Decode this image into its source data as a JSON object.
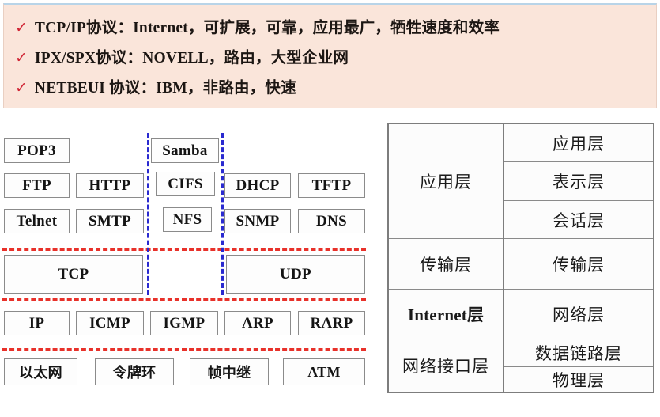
{
  "banner": {
    "tick_glyph": "✓",
    "tick_color": "#d02434",
    "background_color": "#fae5da",
    "lines": [
      "TCP/IP协议：Internet，可扩展，可靠，应用最广，牺牲速度和效率",
      "IPX/SPX协议：NOVELL，路由，大型企业网",
      "NETBEUI 协议：IBM，非路由，快速"
    ]
  },
  "stack": {
    "divider_color_horizontal": "#e8312a",
    "divider_color_vertical": "#2a2ad0",
    "application_layer": {
      "row1": [
        "POP3",
        "Samba"
      ],
      "row2": [
        "FTP",
        "HTTP",
        "CIFS",
        "DHCP",
        "TFTP"
      ],
      "row3": [
        "Telnet",
        "SMTP",
        "NFS",
        "SNMP",
        "DNS"
      ]
    },
    "transport_layer": [
      "TCP",
      "UDP"
    ],
    "internet_layer": [
      "IP",
      "ICMP",
      "IGMP",
      "ARP",
      "RARP"
    ],
    "network_interface_layer": [
      "以太网",
      "令牌环",
      "帧中继",
      "ATM"
    ]
  },
  "comparison_table": {
    "tcpip_layers": [
      "应用层",
      "传输层",
      "Internet层",
      "网络接口层"
    ],
    "osi_layers": [
      "应用层",
      "表示层",
      "会话层",
      "传输层",
      "网络层",
      "数据链路层",
      "物理层"
    ]
  }
}
